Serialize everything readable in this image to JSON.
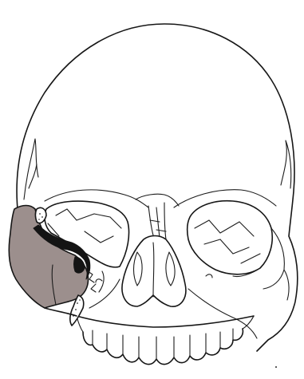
{
  "figure": {
    "kind": "line drawing",
    "subject": "skull",
    "view": "frontal",
    "colors": {
      "line": "#161616",
      "background": "#ffffff",
      "highlight_fill": "#9c8f8d",
      "fracture_fill": "#141414"
    }
  }
}
